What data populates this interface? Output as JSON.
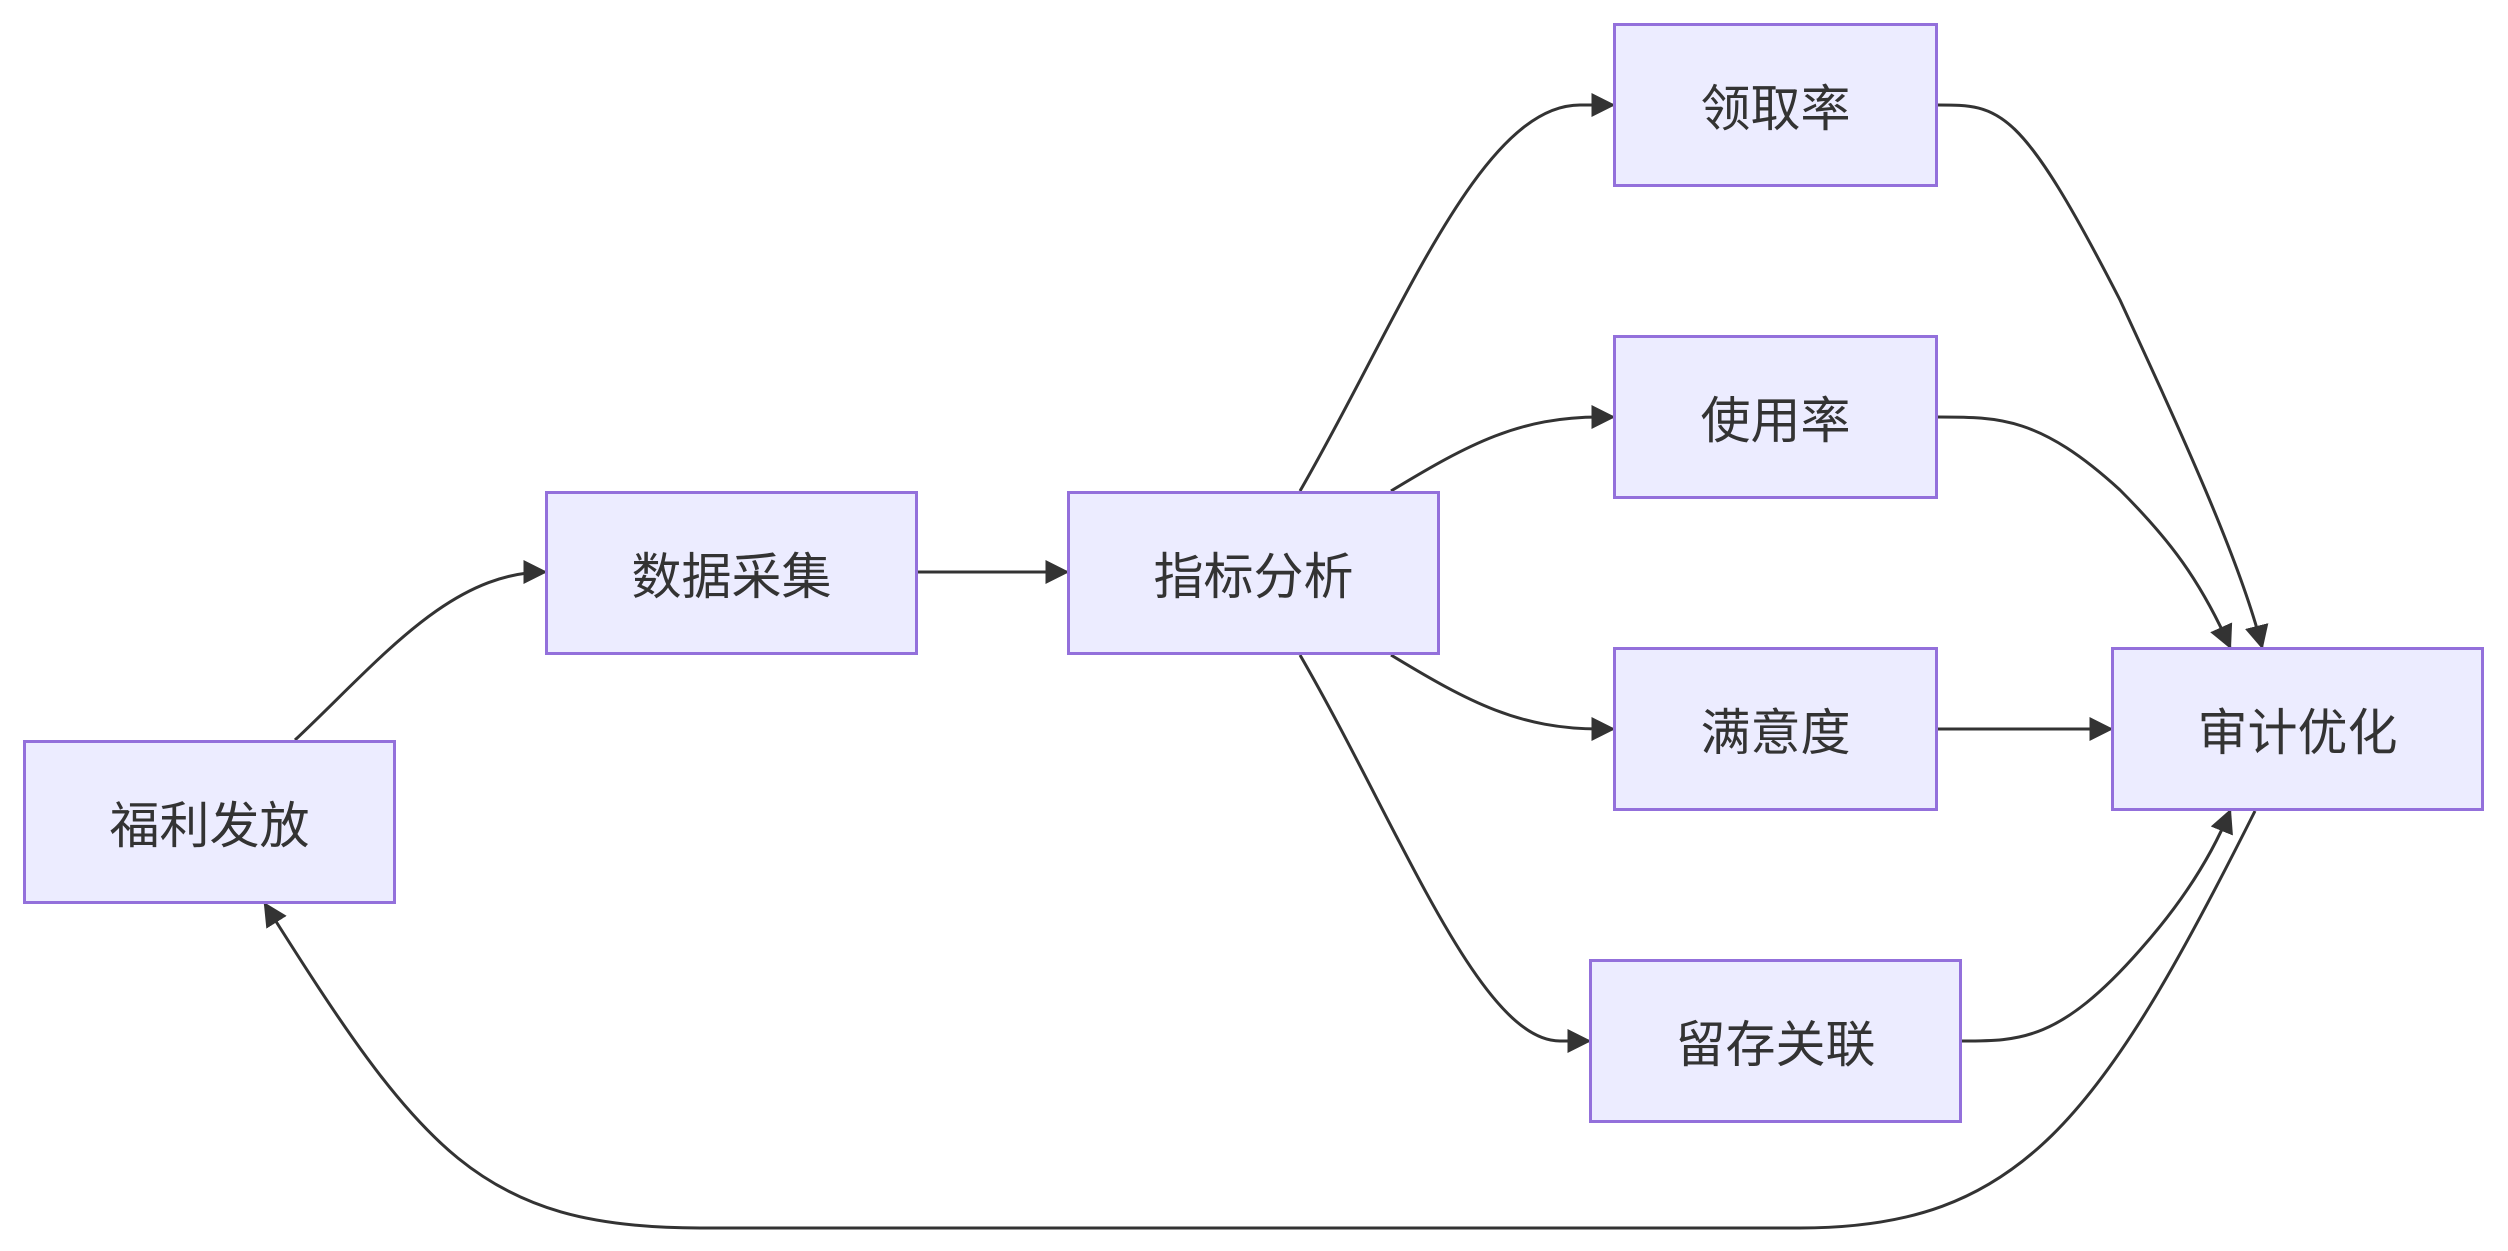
{
  "nodes": {
    "fuli": "福利发放",
    "shuju": "数据采集",
    "zhibiao": "指标分析",
    "lingqu": "领取率",
    "shiyong": "使用率",
    "manyi": "满意度",
    "liucun": "留存关联",
    "shenji": "审计优化"
  },
  "edges": [
    {
      "from": "福利发放",
      "to": "数据采集"
    },
    {
      "from": "数据采集",
      "to": "指标分析"
    },
    {
      "from": "指标分析",
      "to": "领取率"
    },
    {
      "from": "指标分析",
      "to": "使用率"
    },
    {
      "from": "指标分析",
      "to": "满意度"
    },
    {
      "from": "指标分析",
      "to": "留存关联"
    },
    {
      "from": "领取率",
      "to": "审计优化"
    },
    {
      "from": "使用率",
      "to": "审计优化"
    },
    {
      "from": "满意度",
      "to": "审计优化"
    },
    {
      "from": "留存关联",
      "to": "审计优化"
    },
    {
      "from": "审计优化",
      "to": "福利发放"
    }
  ],
  "colors": {
    "node_fill": "#ECECFF",
    "node_border": "#9370DB",
    "edge": "#333333",
    "text": "#333333"
  }
}
